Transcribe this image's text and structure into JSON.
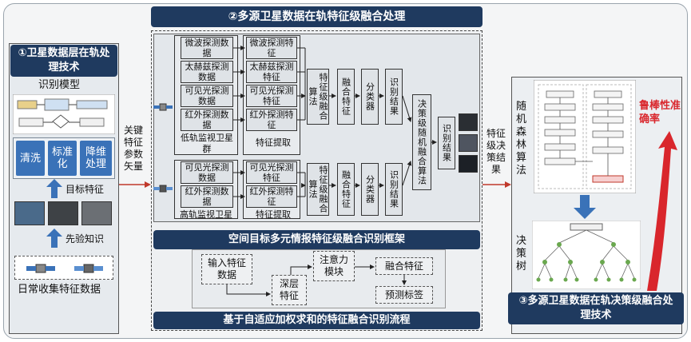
{
  "panel1": {
    "title": "①卫星数据层在轨处理技术",
    "model_label": "识别模型",
    "preprocess": [
      "清洗",
      "标准化",
      "降维处理"
    ],
    "target_feature": "目标特征",
    "prior_knowledge": "先验知识",
    "daily_collection": "日常收集特征数据"
  },
  "key_features_label": "关键特征参数矢量",
  "panel2": {
    "title": "②多源卫星数据在轨特征级融合处理",
    "leo_sources": [
      "微波探测数据",
      "太赫兹探测数据",
      "可见光探测数据",
      "红外探测数据"
    ],
    "leo_group": "低轨监视卫星群",
    "leo_features": [
      "微波探测特征",
      "太赫兹探测特征",
      "可见光探测特征",
      "红外探测特征"
    ],
    "feature_extraction": "特征提取",
    "heo_sources": [
      "可见光探测数据",
      "红外探测数据"
    ],
    "heo_group": "高轨监视卫星",
    "heo_features": [
      "可见光探测特征",
      "红外探测特征"
    ],
    "fusion_algo": "特征级融合算法",
    "fusion_feature": "融合特征",
    "classifier": "分类器",
    "recognition_result": "识别结果",
    "decision_fusion": "决策级随机融合算法",
    "final_result": "识别结果",
    "framework_title": "空间目标多元情报特征级融合识别框架",
    "flow": {
      "input": "输入特征数据",
      "deep": "深层特征",
      "attention": "注意力模块",
      "fused": "融合特征",
      "predict": "预测标签"
    },
    "flow_title": "基于自适应加权求和的特征融合识别流程"
  },
  "decision_result_label": "特征级决策结果",
  "panel3": {
    "random_forest": "随机森林算法",
    "robustness": "鲁棒性准确率",
    "decision_tree": "决策树",
    "title": "③多源卫星数据在轨决策级融合处理技术"
  },
  "colors": {
    "title_bar": "#1f3a5f",
    "accent_blue": "#3a72b8",
    "robust_red": "#d9262c"
  }
}
